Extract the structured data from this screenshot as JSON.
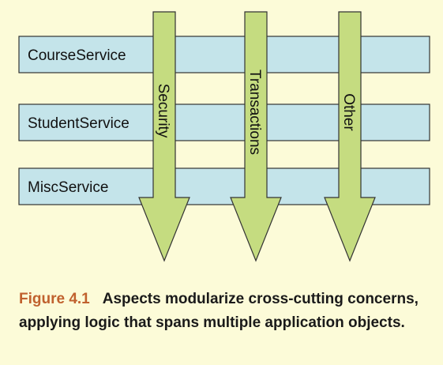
{
  "colors": {
    "background": "#fcfbd8",
    "service_fill": "#c4e4ea",
    "service_stroke": "#333333",
    "arrow_fill": "#c5dc80",
    "arrow_stroke": "#333333",
    "caption_accent": "#c0612e",
    "caption_text": "#1a1a1a"
  },
  "services": [
    {
      "label": "CourseService"
    },
    {
      "label": "StudentService"
    },
    {
      "label": "MiscService"
    }
  ],
  "concerns": [
    {
      "label": "Security"
    },
    {
      "label": "Transactions"
    },
    {
      "label": "Other"
    }
  ],
  "caption": {
    "figure_number": "Figure 4.1",
    "text": "Aspects modularize cross-cutting concerns, applying logic that spans multiple application objects."
  }
}
